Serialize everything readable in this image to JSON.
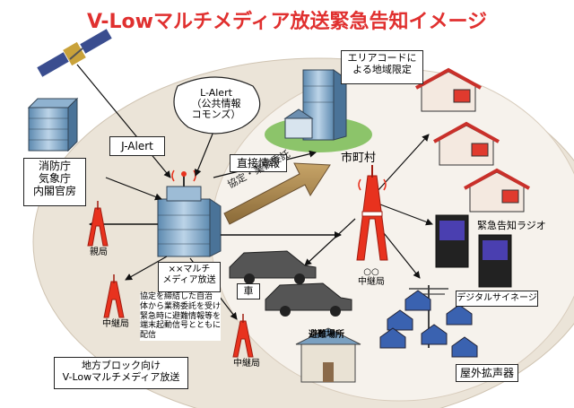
{
  "title": "V-Lowマルチメディア放送緊急告知イメージ",
  "labels": {
    "j_alert": "J-Alert",
    "l_alert": "L-Alert\n（公共情報\nコモンズ）",
    "agencies": "消防庁\n気象庁\n内閣官房",
    "direct_info": "直接情報",
    "agreement_arrow": "協定・業務委託",
    "municipality": "市町村",
    "area_code": "エリアコードに\nよる地域限定",
    "emergency_radio": "緊急告知ラジオ",
    "digital_signage": "デジタルサイネージ",
    "outdoor_speaker": "屋外拡声器",
    "evacuation_site": "避難場所",
    "car": "車",
    "main_station": "親局",
    "relay_station": "中継局",
    "local_relay": "○○\n中継局",
    "broadcaster": "××マルチ\nメディア放送",
    "agreement_note": "協定を締結した自治\n体から業務委託を受け\n緊急時に避難情報等を\n端末起動信号とともに\n配信",
    "regional_broadcast": "地方ブロック向け\nV-Lowマルチメディア放送"
  },
  "colors": {
    "title_red": "#e0302f",
    "arrow_gold": "#a08048",
    "ellipse_fill": "#eae2d6",
    "tower_red": "#e8321e",
    "building_blue": "#7aa6c8",
    "house_red": "#c9302a",
    "house_blue": "#3a62b0"
  }
}
